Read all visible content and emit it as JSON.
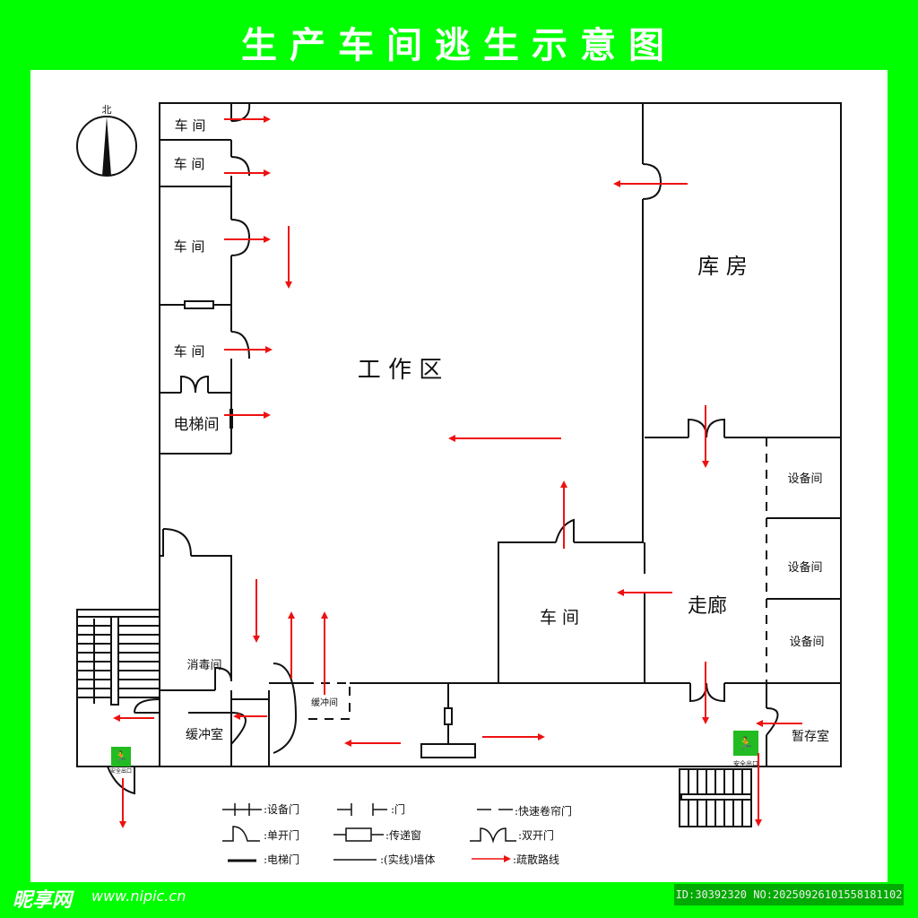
{
  "title": "生产车间逃生示意图",
  "compass": {
    "label": "北"
  },
  "rooms": {
    "workshop_1": "车 间",
    "workshop_2": "车 间",
    "workshop_3": "车 间",
    "workshop_4": "车 间",
    "elevator_room": "电梯间",
    "work_area": "工 作 区",
    "warehouse": "库 房",
    "workshop_5": "车 间",
    "corridor": "走廊",
    "equipment_1": "设备间",
    "equipment_2": "设备间",
    "equipment_3": "设备间",
    "disinfection": "消毒间",
    "buffer_room": "缓冲室",
    "buffer_space": "缓冲间",
    "temp_storage": "暂存室"
  },
  "exit_sign": {
    "label": "安全出口",
    "color": "#22bb22"
  },
  "legend": [
    {
      "symbol": "equipment-door",
      "label": ":设备门"
    },
    {
      "symbol": "door",
      "label": ":门"
    },
    {
      "symbol": "rolling-shutter-door",
      "label": ":快速卷帘门"
    },
    {
      "symbol": "single-door",
      "label": ":单开门"
    },
    {
      "symbol": "pass-window",
      "label": ":传递窗"
    },
    {
      "symbol": "double-door",
      "label": ":双开门"
    },
    {
      "symbol": "elevator-door",
      "label": ":电梯门"
    },
    {
      "symbol": "solid-wall",
      "label": ":(实线)墙体"
    },
    {
      "symbol": "evacuation-route",
      "label": ":疏散路线"
    }
  ],
  "colors": {
    "background": "#00ff00",
    "route": "#ee1111",
    "wall": "#111111"
  },
  "watermark": {
    "logo": "昵享网",
    "url": "www.nipic.cn",
    "id": "ID:30392320 NO:20250926101558181102"
  }
}
